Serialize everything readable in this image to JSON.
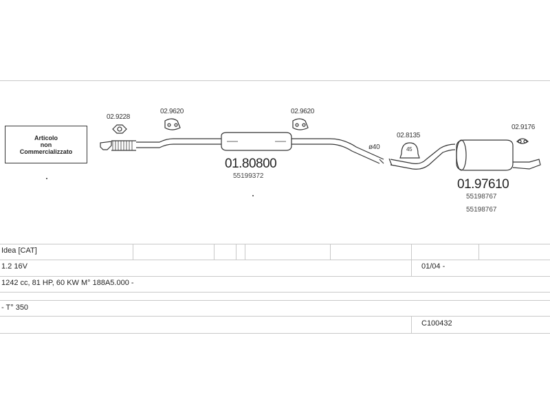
{
  "note_box": {
    "line1": "Articolo",
    "line2": "non",
    "line3": "Commercializzato"
  },
  "parts": {
    "p1_code": "02.9228",
    "p2_code": "02.9620",
    "p3_code": "02.9620",
    "front_pipe_code": "01.80800",
    "front_pipe_oem": "55199372",
    "diameter": "ø40",
    "clamp_code": "02.8135",
    "clamp_size": "45",
    "hanger_code": "02.9176",
    "rear_muffler_code": "01.97610",
    "rear_muffler_oem_1": "55198767",
    "rear_muffler_oem_2": "55198767"
  },
  "vehicle": {
    "model": "Idea  [CAT]",
    "engine": "1.2 16V",
    "date": "01/04 -",
    "spec": "1242 cc, 81 HP, 60 KW  M° 188A5.000 -",
    "variant": "- T° 350",
    "catalog": "C100432"
  }
}
